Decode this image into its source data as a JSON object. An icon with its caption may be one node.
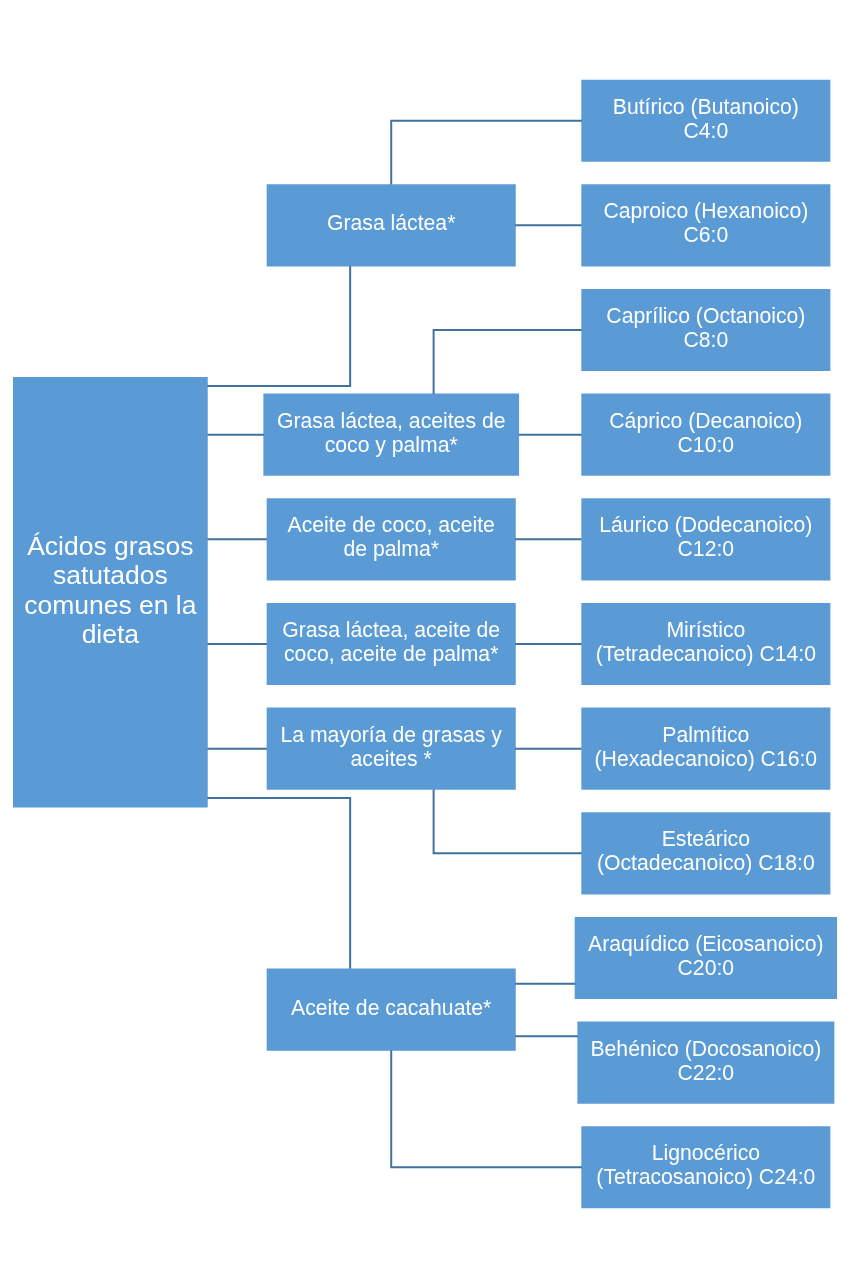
{
  "diagram": {
    "nodes": [
      {
        "text": [
          "Ácidos grasos satutados comunes en la dieta"
        ]
      },
      {
        "text": [
          "Grasa láctea*"
        ]
      },
      {
        "text": [
          "Butírico (Butanoico) C4:0"
        ]
      },
      {
        "text": [
          "Caproico (Hexanoico) C6:0"
        ]
      },
      {
        "text": [
          "Grasa láctea, aceites de coco y palma*"
        ]
      },
      {
        "text": [
          "Caprílico (Octanoico) C8:0"
        ]
      },
      {
        "text": [
          "Cáprico (Decanoico) C10:0"
        ]
      },
      {
        "text": [
          "Aceite de coco, aceite de palma*"
        ]
      },
      {
        "text": [
          "Láurico (Dodecanoico) C12:0"
        ]
      },
      {
        "text": [
          "Grasa láctea, aceite de coco, aceite de palma*"
        ]
      },
      {
        "text": [
          "Mirístico (Tetradecanoico) C14:0"
        ]
      },
      {
        "text": [
          "La mayoría de grasas y aceites *"
        ]
      },
      {
        "text": [
          "Palmítico (Hexadecanoico) C16:0"
        ]
      },
      {
        "text": [
          "Esteárico (Octadecanoico) C18:0"
        ]
      },
      {
        "text": [
          "Aceite de cacahuate*"
        ]
      },
      {
        "text": [
          "Araquídico (Eicosanoico) C20:0"
        ]
      },
      {
        "text": [
          "Behénico (Docosanoico) C22:0"
        ]
      },
      {
        "text": [
          "Lignocérico (Tetracosanoico) C24:0"
        ]
      }
    ],
    "edges": [
      {
        "from": 0,
        "to": 1,
        "arrow": "none"
      },
      {
        "from": 0,
        "to": 4,
        "arrow": "none"
      },
      {
        "from": 0,
        "to": 7,
        "arrow": "none"
      },
      {
        "from": 0,
        "to": 9,
        "arrow": "none"
      },
      {
        "from": 0,
        "to": 11,
        "arrow": "none"
      },
      {
        "from": 0,
        "to": 14,
        "arrow": "none"
      },
      {
        "from": 1,
        "to": 2,
        "arrow": "none"
      },
      {
        "from": 1,
        "to": 3,
        "arrow": "none"
      },
      {
        "from": 4,
        "to": 5,
        "arrow": "none"
      },
      {
        "from": 4,
        "to": 6,
        "arrow": "none"
      },
      {
        "from": 7,
        "to": 8,
        "arrow": "none"
      },
      {
        "from": 9,
        "to": 10,
        "arrow": "none"
      },
      {
        "from": 11,
        "to": 12,
        "arrow": "none"
      },
      {
        "from": 11,
        "to": 13,
        "arrow": "none"
      },
      {
        "from": 14,
        "to": 15,
        "arrow": "none"
      },
      {
        "from": 14,
        "to": 16,
        "arrow": "none"
      },
      {
        "from": 14,
        "to": 17,
        "arrow": "none"
      }
    ]
  }
}
